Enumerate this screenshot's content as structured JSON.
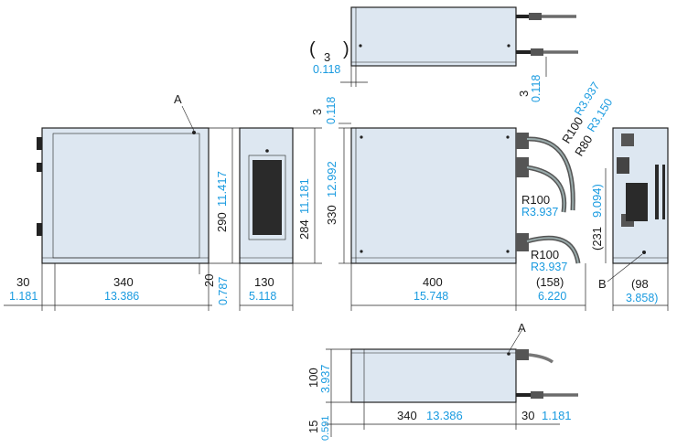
{
  "dims": {
    "d30": "30",
    "d30_in": "1.181",
    "d340": "340",
    "d340_in": "13.386",
    "d290": "290",
    "d290_in": "11.417",
    "d20": "20",
    "d20_in": "0.787",
    "d130": "130",
    "d130_in": "5.118",
    "d284": "284",
    "d284_in": "11.181",
    "d330": "330",
    "d330_in": "12.992",
    "d400": "400",
    "d400_in": "15.748",
    "d158": "(158)",
    "d158_in": "6.220",
    "d231": "(231",
    "d231_in": "9.094)",
    "d98": "(98",
    "d98_in": "3.858)",
    "d3a": "3",
    "d3a_in": "0.118",
    "d3b": "3",
    "d3b_in": "0.118",
    "d3c": "3",
    "d3c_in": "0.118",
    "d100": "100",
    "d100_in": "3.937",
    "d15": "15",
    "d15_in": "0.591",
    "b340": "340",
    "b340_in": "13.386",
    "b30": "30",
    "b30_in": "1.181"
  },
  "radii": {
    "r100a": "R100",
    "r100a_in": "R3.937",
    "r80": "R80",
    "r80_in": "R3.150",
    "r100b": "R100",
    "r100b_in": "R3.937",
    "r100c": "R100",
    "r100c_in": "R3.937"
  },
  "labels": {
    "a1": "A",
    "a2": "A",
    "b": "B"
  },
  "paren": {
    "open": "(",
    "close": ")"
  }
}
